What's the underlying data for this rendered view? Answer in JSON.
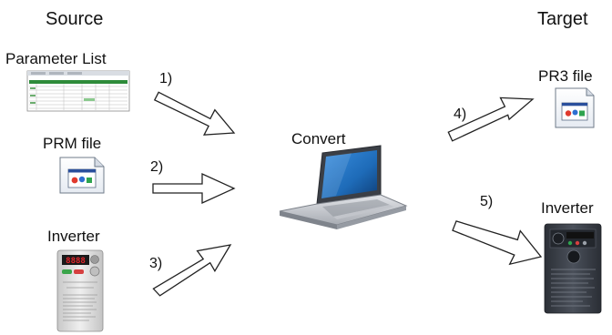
{
  "columns": {
    "source": "Source",
    "target": "Target"
  },
  "source_items": {
    "parameter_list": "Parameter List",
    "prm_file": "PRM file",
    "inverter": "Inverter"
  },
  "center": {
    "convert": "Convert"
  },
  "target_items": {
    "pr3_file": "PR3 file",
    "inverter": "Inverter"
  },
  "steps": {
    "s1": "1)",
    "s2": "2)",
    "s3": "3)",
    "s4": "4)",
    "s5": "5)"
  },
  "inverter_display": "8888",
  "colors": {
    "arrow_stroke": "#222222",
    "arrow_fill": "#ffffff",
    "laptop_body": "#c9ccd2",
    "laptop_screen": "#1e6bb8",
    "spreadsheet_green": "#2e8b3a",
    "inverter_source": "#dcdcdc",
    "inverter_target": "#3a3f47",
    "led_red": "#e5262c"
  },
  "icons": [
    "spreadsheet-icon",
    "document-icon",
    "laptop-icon",
    "inverter-device-icon"
  ]
}
